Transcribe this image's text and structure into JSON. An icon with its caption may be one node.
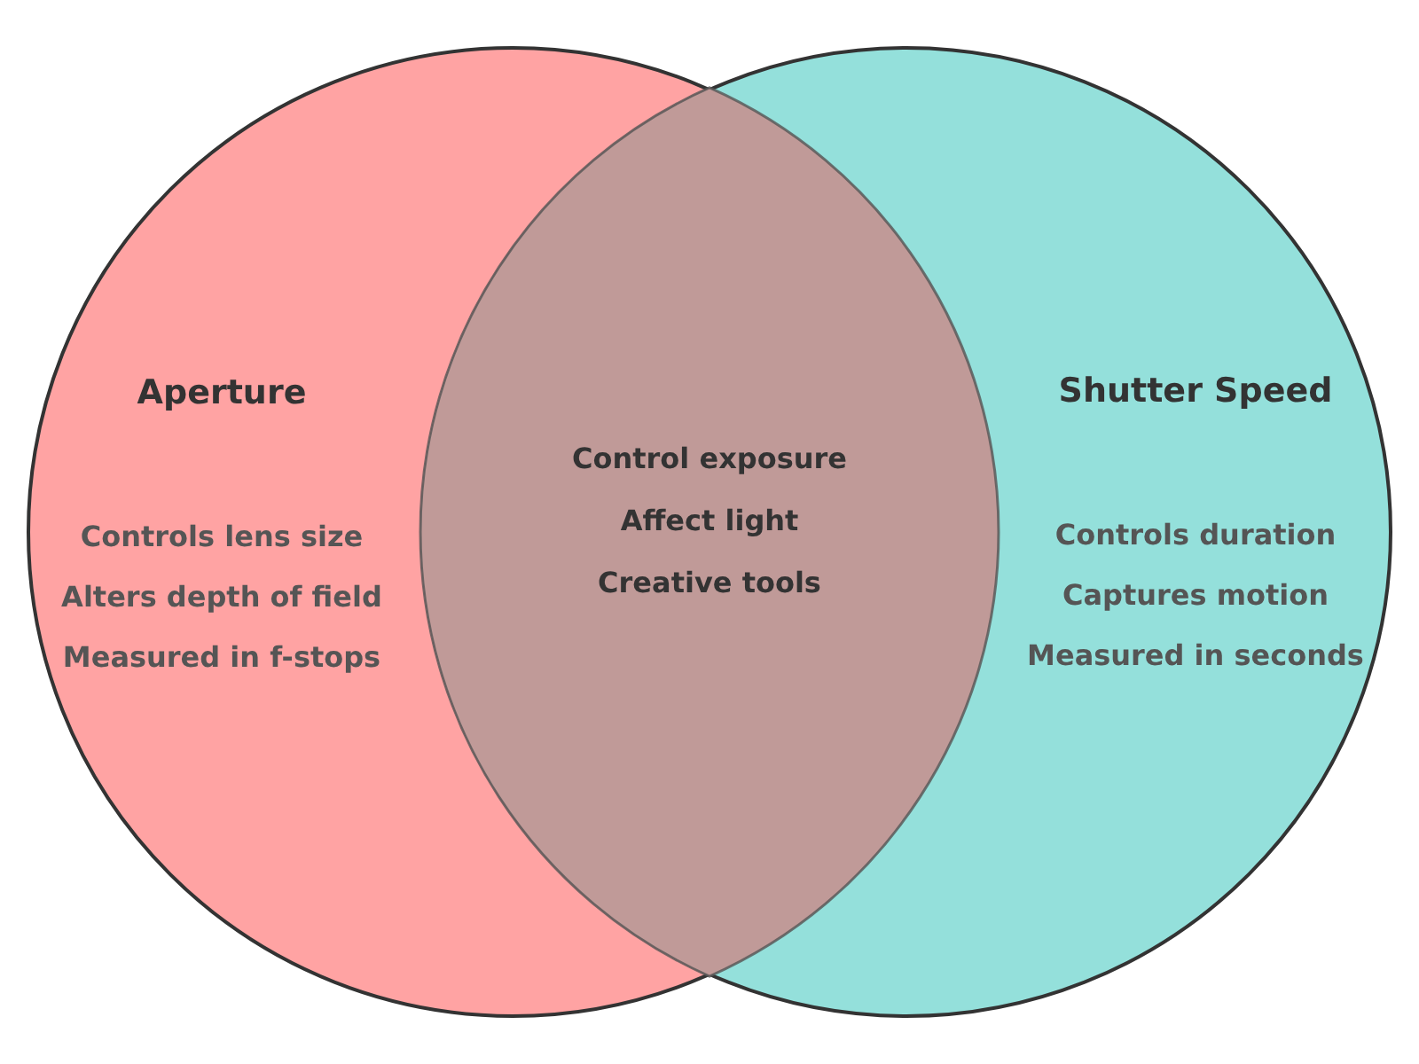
{
  "diagram": {
    "nodes": [
      {
        "text": [
          "Aperture",
          "Controls lens size",
          "Alters depth of field",
          "Measured in f-stops"
        ]
      },
      {
        "text": [
          "Shutter Speed",
          "Controls duration",
          "Captures motion",
          "Measured in seconds"
        ]
      }
    ],
    "labels": [
      "Control exposure",
      "Affect light",
      "Creative tools"
    ]
  }
}
